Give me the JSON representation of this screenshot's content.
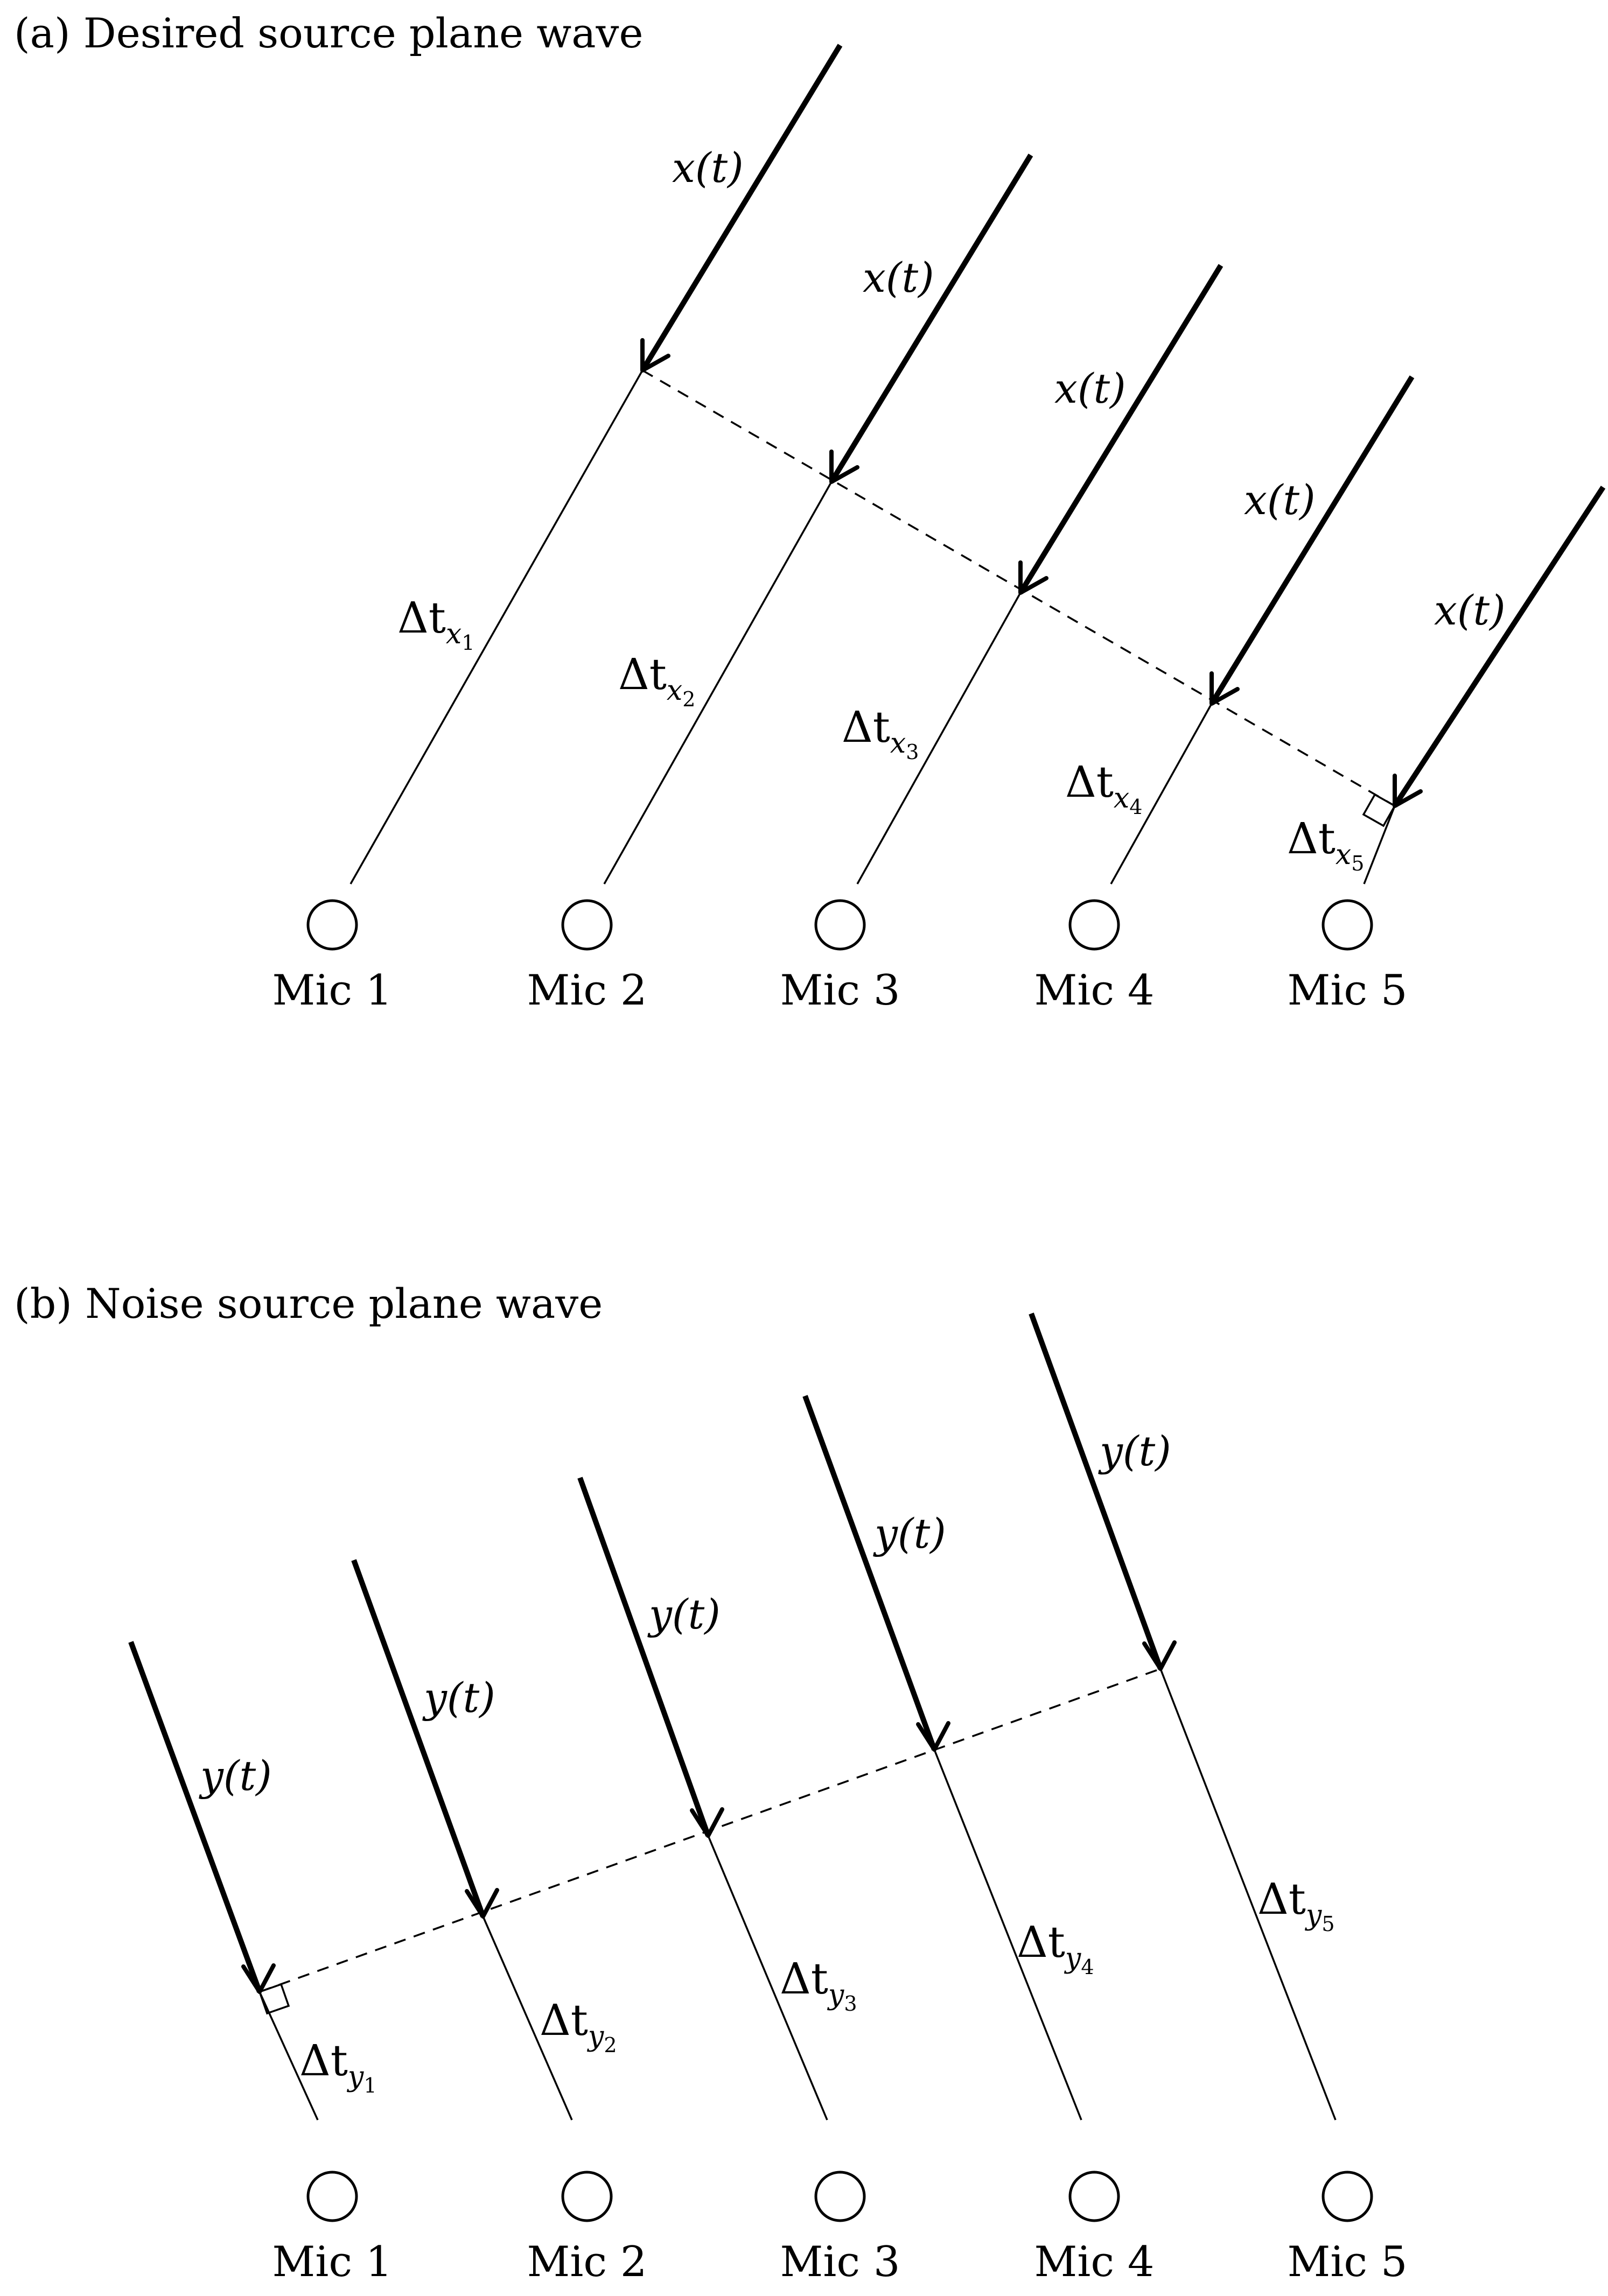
{
  "panel_a": {
    "title": "(a) Desired source plane wave",
    "signal_label": "x(t)",
    "delta_symbol": "Δt",
    "delta_var": "x",
    "mics": [
      "Mic 1",
      "Mic 2",
      "Mic 3",
      "Mic 4",
      "Mic 5"
    ],
    "delay_indices": [
      "1",
      "2",
      "3",
      "4",
      "5"
    ]
  },
  "panel_b": {
    "title": "(b) Noise source plane wave",
    "signal_label": "y(t)",
    "delta_symbol": "Δt",
    "delta_var": "y",
    "mics": [
      "Mic 1",
      "Mic 2",
      "Mic 3",
      "Mic 4",
      "Mic 5"
    ],
    "delay_indices": [
      "1",
      "2",
      "3",
      "4",
      "5"
    ]
  }
}
